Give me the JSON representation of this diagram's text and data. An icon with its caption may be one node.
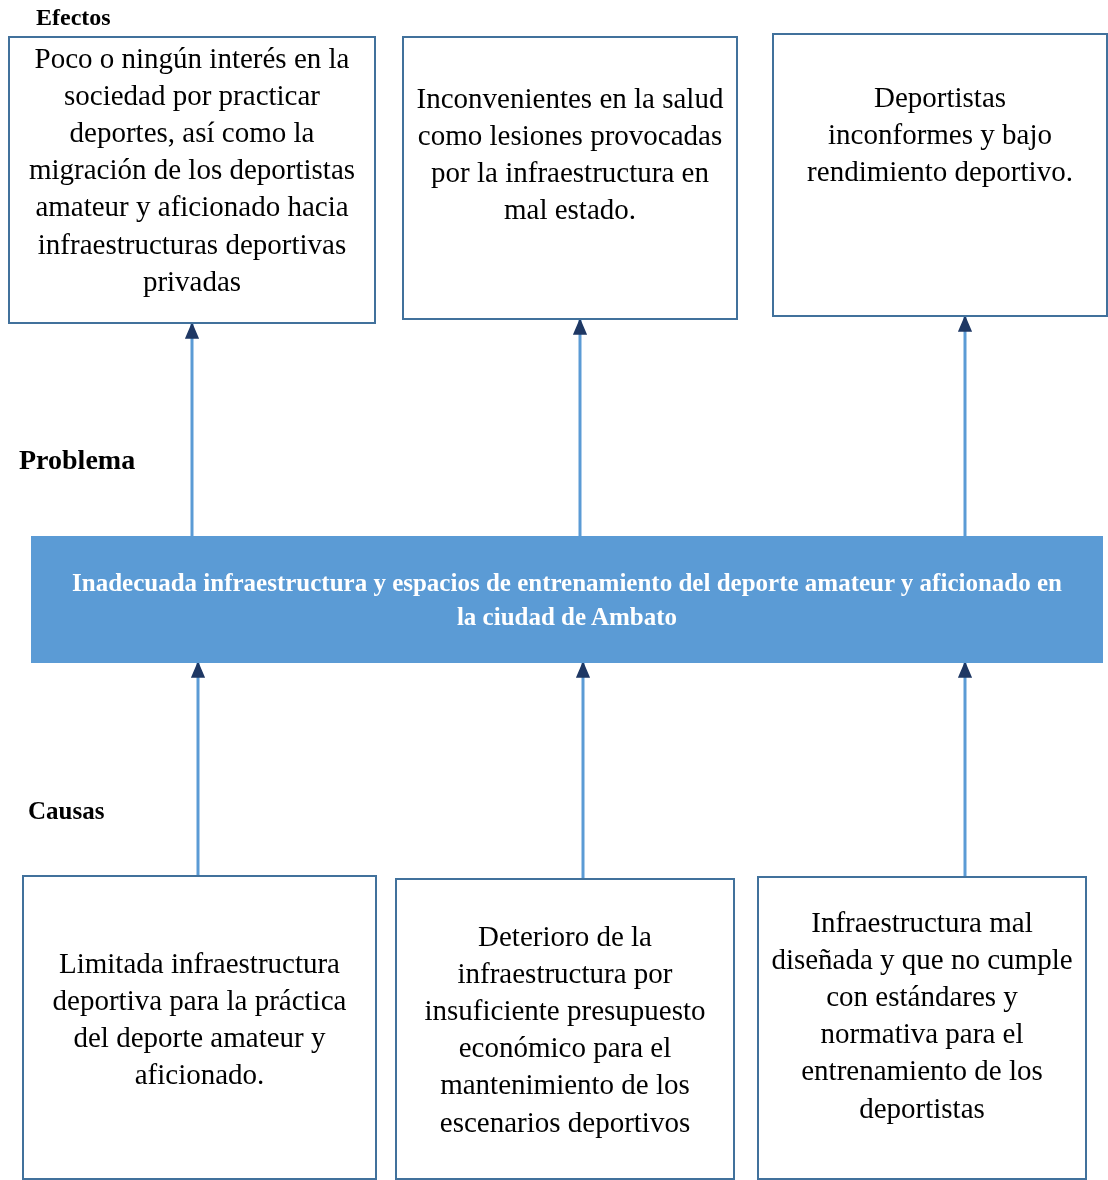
{
  "diagram": {
    "nodes": [
      {
        "text": [
          "Poco o ningún interés en la sociedad por practicar deportes, así como la migración de los deportistas amateur y aficionado hacia infraestructuras deportivas privadas"
        ]
      },
      {
        "text": [
          "Inconvenientes en la salud como lesiones provocadas por la infraestructura en mal estado."
        ]
      },
      {
        "text": [
          "Deportistas inconformes y bajo rendimiento deportivo."
        ]
      },
      {
        "text": [
          "Inadecuada infraestructura y espacios de entrenamiento del deporte amateur y aficionado en la ciudad de Ambato"
        ]
      },
      {
        "text": [
          "Limitada infraestructura deportiva para la práctica del deporte amateur y aficionado."
        ]
      },
      {
        "text": [
          "Deterioro de la infraestructura por insuficiente presupuesto económico para el mantenimiento de los escenarios deportivos"
        ]
      },
      {
        "text": [
          "Infraestructura mal diseñada y que no cumple con estándares y normativa para el entrenamiento de los deportistas"
        ]
      }
    ],
    "edges": [
      {
        "from": 3,
        "to": 0,
        "arrow": "to"
      },
      {
        "from": 3,
        "to": 1,
        "arrow": "to"
      },
      {
        "from": 3,
        "to": 2,
        "arrow": "to"
      },
      {
        "from": 4,
        "to": 3,
        "arrow": "to"
      },
      {
        "from": 5,
        "to": 3,
        "arrow": "to"
      },
      {
        "from": 6,
        "to": 3,
        "arrow": "to"
      }
    ],
    "labels": [
      "Efectos",
      "Problema",
      "Causas"
    ]
  }
}
